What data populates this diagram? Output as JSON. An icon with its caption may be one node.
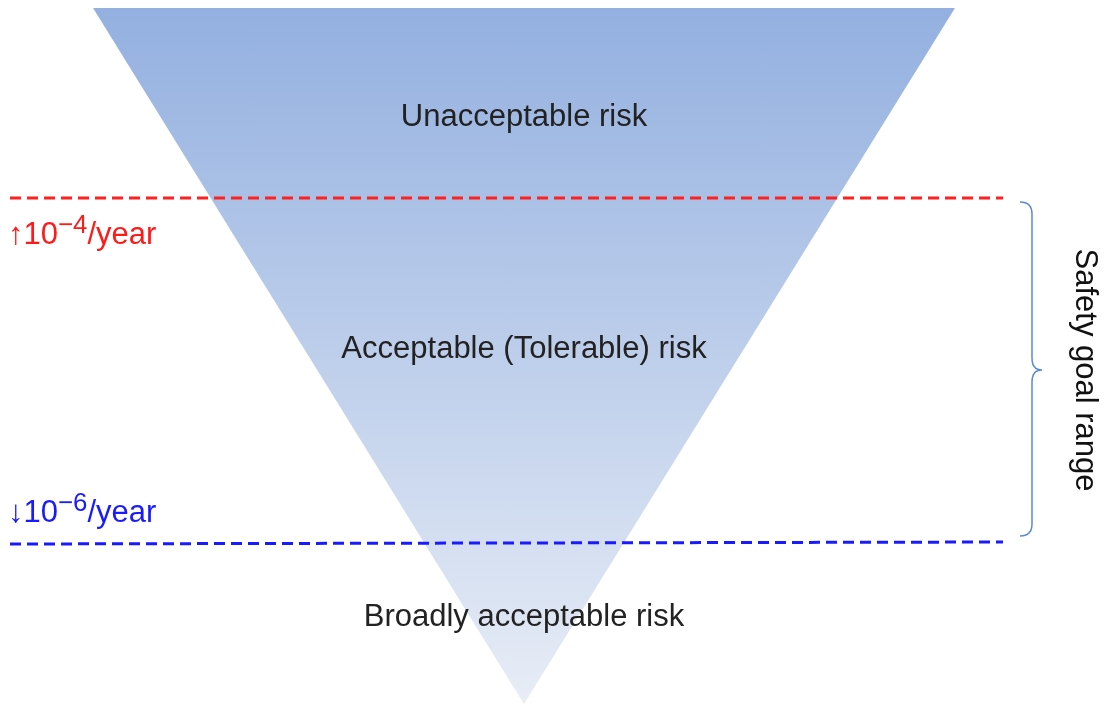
{
  "diagram": {
    "nodes": [
      {
        "text": [
          "Unacceptable risk",
          "Acceptable (Tolerable) risk",
          "Broadly acceptable risk"
        ]
      }
    ],
    "labels": [
      "↑10$^{−4}$/year",
      "↓10$^{−6}$/year",
      "Safety goal range"
    ]
  }
}
